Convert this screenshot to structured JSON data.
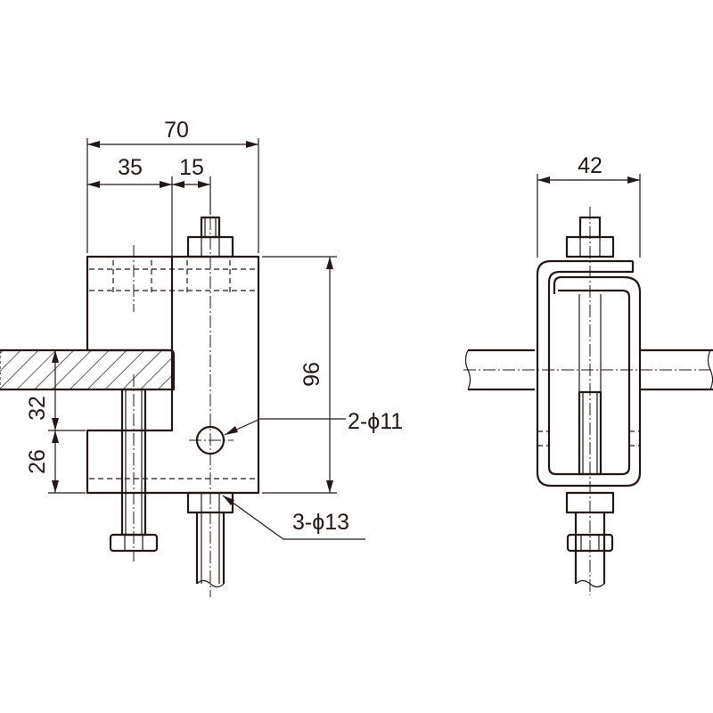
{
  "front_view": {
    "dimensions": {
      "overall_width": "70",
      "left_width": "35",
      "right_width": "15",
      "height": "96",
      "upper_gap": "32",
      "lower_gap": "26"
    },
    "callouts": {
      "side_hole": "2-ϕ11",
      "bottom_holes": "3-ϕ13"
    }
  },
  "side_view": {
    "dimensions": {
      "overall_width": "42"
    }
  }
}
